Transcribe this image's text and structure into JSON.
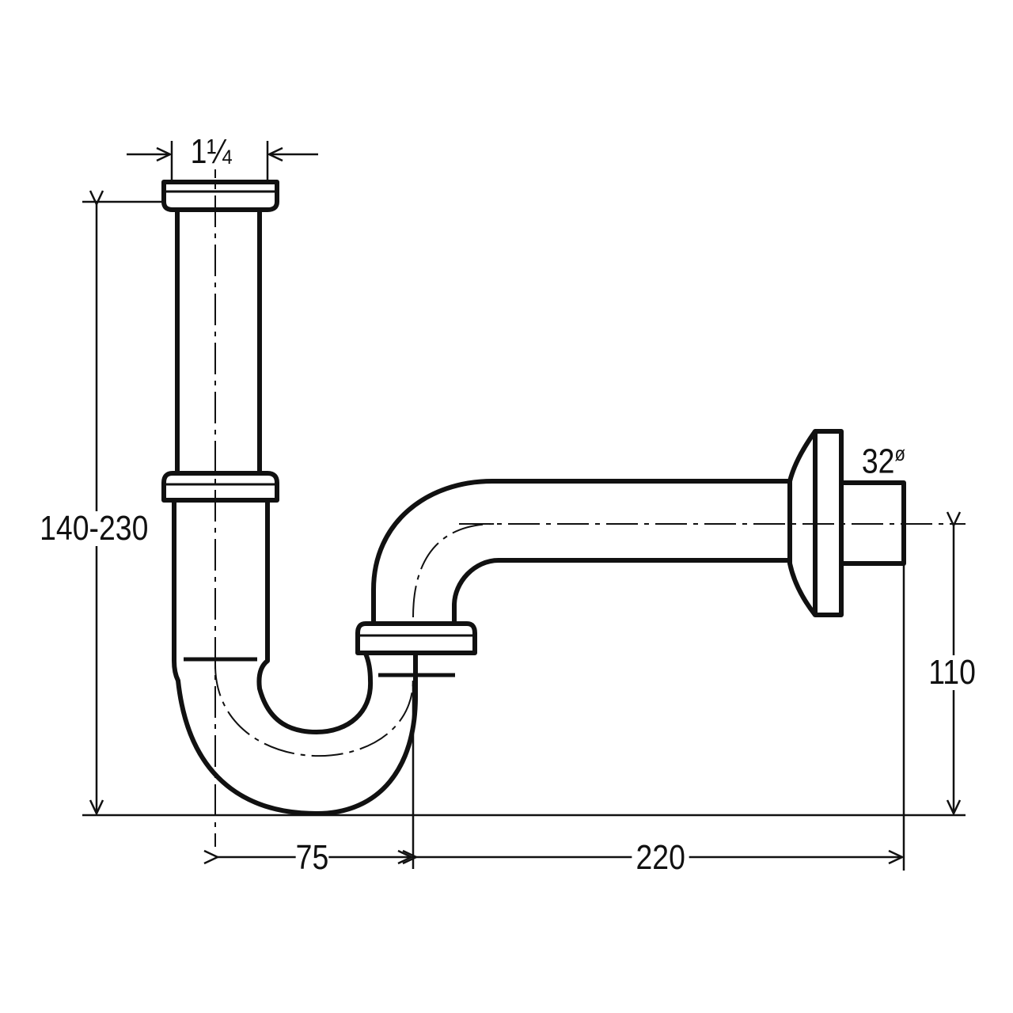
{
  "title": "Siphon dimension drawing",
  "dimensions": {
    "inlet_thread": "1¼",
    "height_range": "140-230",
    "outlet_diameter": "32",
    "outlet_diameter_symbol": "ø",
    "outlet_height": "110",
    "trap_offset": "75",
    "wall_distance": "220"
  },
  "colors": {
    "line": "#111111",
    "background": "#ffffff"
  }
}
